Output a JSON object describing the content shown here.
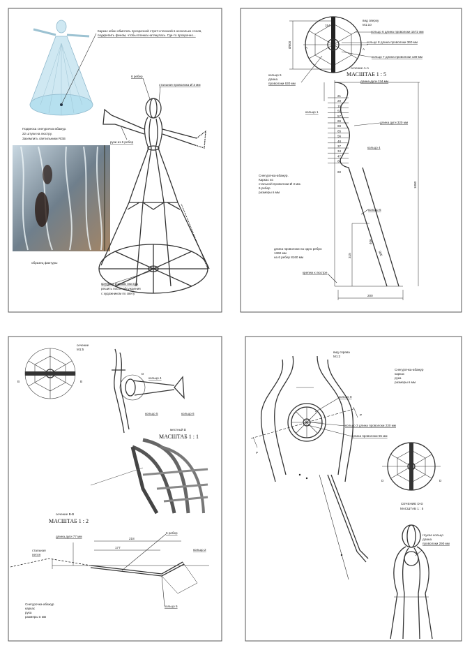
{
  "sheet1": {
    "note_top_1": "Каркас юбки обмотать прозрачной стретч-пленкой в несколько слоев,",
    "note_top_2": "подкрепить феном, чтобы пленка натянулась. Где-то прозрачно...",
    "label_ribs": "6 ребер",
    "label_wire": "стальная проволока Ø 3 мм",
    "label_arms": "руки из 6 ребер",
    "caption_1": "Подвеска снегурочка-абажур.",
    "caption_2": "22 штуки на люстру.",
    "caption_3": "Заземлить светильники RGB",
    "photo_caption": "образец фактуры",
    "mount_1": "крепеж к рожкам люстры",
    "mount_2": "решить после обсуждения",
    "mount_3": "с художником по свету"
  },
  "sheet2": {
    "view_top": "вид сверху",
    "view_scale": "М1:10",
    "ring6": "кольцо 6 длина проволоки 1572 мм",
    "ring8": "кольцо 8 длина проволоки 360 мм",
    "ring7": "кольцо 7 длина проволоки 139 мм",
    "diameter": "Ø500",
    "dim_154": "154",
    "section": "сечение А-А",
    "scale": "МАСШТАБ 1 : 5",
    "section_mark": "А",
    "ring_left_1": "кольцо 6",
    "ring_left_2": "длина",
    "ring_left_3": "проволоки 630 мм",
    "arc124": "длина дуги 124 мм",
    "arc320": "длина дуги 320 мм",
    "ring1": "кольцо 1",
    "ring4": "кольцо 4",
    "ring6b": "кольцо 6",
    "dims": [
      "21",
      "20",
      "19",
      "50",
      "57",
      "69",
      "69",
      "65",
      "56",
      "48",
      "37",
      "34",
      "47",
      "60"
    ],
    "dim_1080": "1080",
    "dim_200": "200",
    "dim_60": "60",
    "dim_315": "315",
    "dim_406": "406",
    "dim_905": "905",
    "desc_1": "Снегурочка-абажур.",
    "desc_2": "Каркас из",
    "desc_3": "стальной проволоки Ø 3 мм.",
    "desc_4": "6 ребер",
    "desc_5": "размеры в мм",
    "len_1": "длина проволоки на одно ребро",
    "len_2": "1360 мм",
    "len_3": "на 6 ребер 8160 мм",
    "mount": "крепеж к люстре"
  },
  "sheet3": {
    "view": "сечение",
    "view_scale": "М1:5",
    "mark_b": "В",
    "ring4": "кольцо 4",
    "ring5": "кольцо 5",
    "ring6": "кольцо 6",
    "mark_d": "D",
    "detail": "местный D",
    "detail_scale": "МАСШТАБ 1 : 1",
    "section": "сечение В-В",
    "section_scale": "МАСШТАБ 1 : 2",
    "arc77": "длина дуги 77 мм",
    "dim_218": "218",
    "dim_177": "177",
    "ribs": "6 ребер",
    "ring2": "кольцо 2",
    "ring5b": "кольцо 5",
    "loop_1": "стальная",
    "loop_2": "петля",
    "desc_1": "Снегурочка-абажур",
    "desc_2": "каркас",
    "desc_3": "рука",
    "desc_4": "размеры в мм"
  },
  "sheet4": {
    "view": "вид справа",
    "view_scale": "М1:2",
    "desc_1": "Снегурочка-абажур",
    "desc_2": "каркас",
    "desc_3": "рука",
    "desc_4": "размеры в мм",
    "ring8": "кольцо 8",
    "ring3": "кольцо 3  длина проволоки 230 мм",
    "wire55": "длина проволоки 55 мм",
    "mark_p": "Р",
    "mark_d": "D",
    "section": "СЕЧЕНИЕ D-D",
    "section_scale": "МАСШТАБ 1 : 5",
    "ring_1": "глухое кольцо",
    "ring_2": "длина",
    "ring_3": "проволоки 290 мм"
  }
}
